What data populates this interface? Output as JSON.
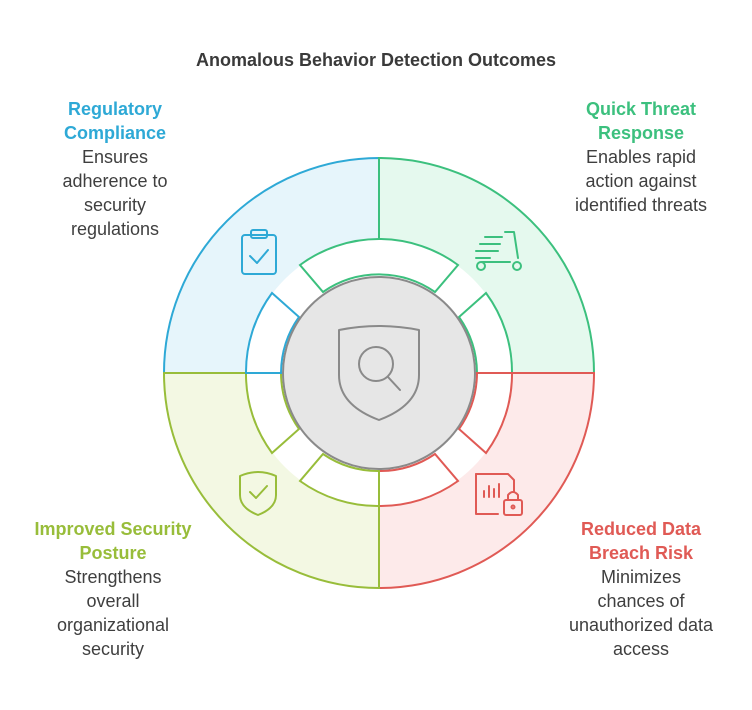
{
  "title": "Anomalous Behavior Detection Outcomes",
  "colors": {
    "regulatory": "#2ea9d6",
    "threat": "#3cc07e",
    "breach": "#e05a55",
    "posture": "#98bd3a",
    "center_stroke": "#8a8a8a",
    "center_fill": "#e6e6e6"
  },
  "quadrants": [
    {
      "key": "regulatory",
      "heading": "Regulatory Compliance",
      "heading_lines": [
        "Regulatory",
        "Compliance"
      ],
      "description_lines": [
        "Ensures",
        "adherence to",
        "security",
        "regulations"
      ],
      "icon": "clipboard-check-icon"
    },
    {
      "key": "threat",
      "heading": "Quick Threat Response",
      "heading_lines": [
        "Quick Threat",
        "Response"
      ],
      "description_lines": [
        "Enables rapid",
        "action against",
        "identified threats"
      ],
      "icon": "scooter-icon"
    },
    {
      "key": "posture",
      "heading": "Improved Security Posture",
      "heading_lines": [
        "Improved Security",
        "Posture"
      ],
      "description_lines": [
        "Strengthens",
        "overall",
        "organizational",
        "security"
      ],
      "icon": "shield-check-icon"
    },
    {
      "key": "breach",
      "heading": "Reduced Data Breach Risk",
      "heading_lines": [
        "Reduced Data",
        "Breach Risk"
      ],
      "description_lines": [
        "Minimizes",
        "chances of",
        "unauthorized data",
        "access"
      ],
      "icon": "locked-report-icon"
    }
  ],
  "center_icon": "shield-search-icon"
}
